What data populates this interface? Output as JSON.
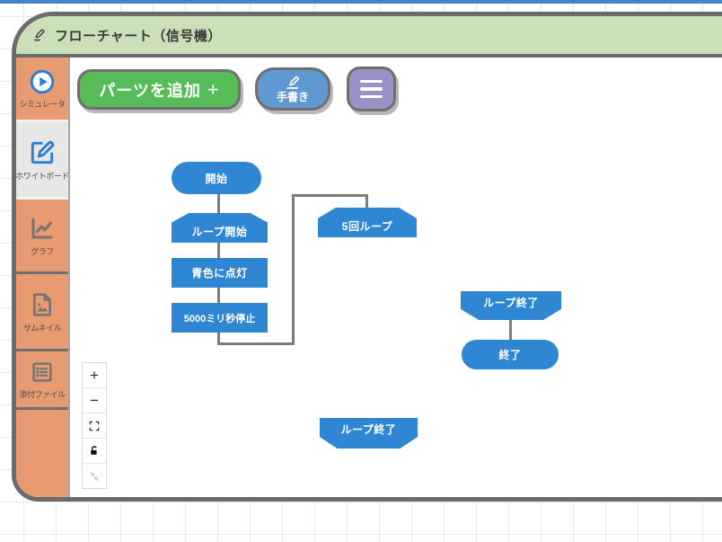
{
  "window": {
    "title": "フローチャート（信号機）"
  },
  "sidebar": {
    "items": [
      {
        "label": "シミュレータ",
        "icon": "play-circle-icon",
        "active": false
      },
      {
        "label": "ホワイトボード",
        "icon": "edit-square-icon",
        "active": true
      },
      {
        "label": "グラフ",
        "icon": "line-chart-icon",
        "active": false
      },
      {
        "label": "サムネイル",
        "icon": "image-file-icon",
        "active": false
      },
      {
        "label": "添付ファイル",
        "icon": "list-box-icon",
        "active": false
      }
    ]
  },
  "toolbar": {
    "add_parts_label": "パーツを追加",
    "add_parts_plus": "+",
    "handwriting_label": "手書き"
  },
  "flowchart": {
    "nodes": {
      "start": "開始",
      "loop_start": "ループ開始",
      "turn_on_blue": "青色に点灯",
      "wait_5000ms": "5000ミリ秒停止",
      "loop_5_times": "5回ループ",
      "loop_end_right": "ループ終了",
      "end": "終了",
      "loop_end_bottom": "ループ終了"
    }
  },
  "zoom_controls": {
    "zoom_in": "+",
    "zoom_out": "−"
  },
  "colors": {
    "top_strip": "#3e86c5",
    "frame_border": "#6b6b6b",
    "header_bg": "#cbdfb8",
    "sidebar_bg": "#e89a71",
    "node_blue": "#2f86d3",
    "connector": "#7c7c7c",
    "btn_green": "#55bc58",
    "btn_blue": "#6099d0",
    "btn_purple": "#9b91c7"
  }
}
